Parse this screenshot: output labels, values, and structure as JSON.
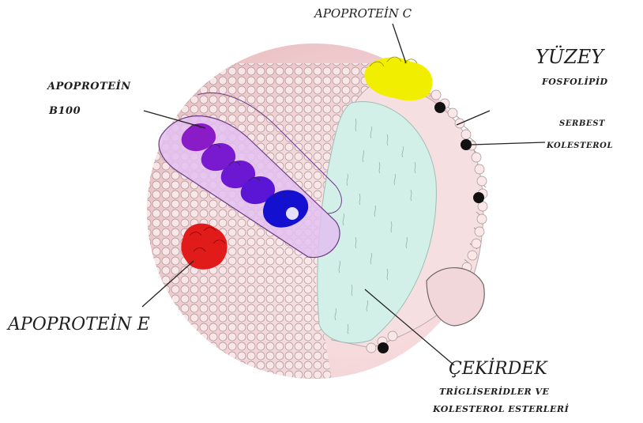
{
  "labels": {
    "apoprotein_c": "APOPROTEİN C",
    "yuzey": "YÜZEY",
    "fosfolipid": "FOSFOLİPİD",
    "serbest": "SERBEST",
    "kolesterol": "KOLESTEROL",
    "apoprotein_b100_line1": "APOPROTEİN",
    "apoprotein_b100_line2": "B100",
    "apoprotein_e": "APOPROTEİN E",
    "cekirdek": "ÇEKİRDEK",
    "trigliseridler": "TRİGLİSERİDLER VE",
    "kolesterol_esterleri": "KOLESTEROL ESTERLERİ"
  },
  "colors": {
    "surface_pink": "#f3d4d6",
    "surface_outline": "#9a8f92",
    "core_teal": "#d2efe8",
    "apo_c_yellow": "#f1ee00",
    "apo_b100_band": "#e0b6ec",
    "apo_b100_purple": "#8a1cc8",
    "apo_b100_blue": "#1410d0",
    "apo_e_red": "#e11a1a",
    "free_cholesterol": "#111111"
  }
}
